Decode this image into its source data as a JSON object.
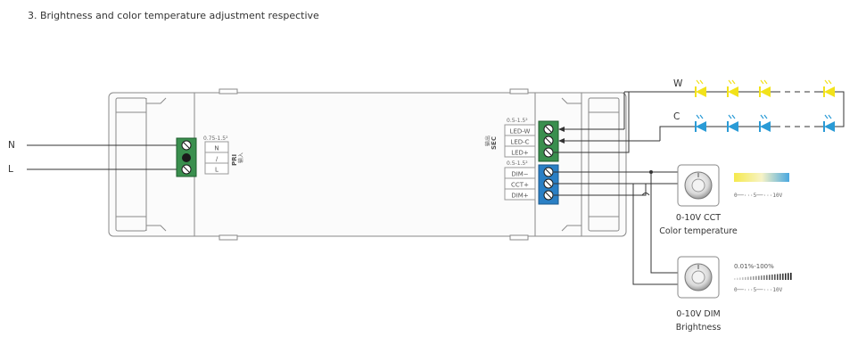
{
  "title": "3. Brightness and color temperature adjustment respective",
  "input": {
    "line_n": "N",
    "line_l": "L",
    "wire_spec": "0.75-1.5²",
    "terminals": [
      "N",
      "/",
      "L"
    ],
    "pri_label": "PRI",
    "pri_sublabel": "输入"
  },
  "output": {
    "sec_spec": "0.5-1.5²",
    "sec_label": "SEC",
    "sec_sublabel": "输出",
    "led_terminals": [
      "LED-W",
      "LED-C",
      "LED+"
    ],
    "dim_spec": "0.5-1.5²",
    "dim_terminals": [
      "DIM−",
      "CCT+",
      "DIM+"
    ]
  },
  "leds": {
    "warm_label": "W",
    "cool_label": "C",
    "warm_color": "#f2e21a",
    "cool_color": "#2a9bd6"
  },
  "cct_control": {
    "scale": "0──···5──···10V",
    "label_1": "0-10V CCT",
    "label_2": "Color temperature",
    "gradient_from": "#f5e94c",
    "gradient_to": "#4aa8e0"
  },
  "dim_control": {
    "percent": "0.01%-100%",
    "scale": "0──···5──···10V",
    "label_1": "0-10V DIM",
    "label_2": "Brightness"
  },
  "colors": {
    "terminal_green": "#3a8f4e",
    "terminal_blue": "#2a7fc4",
    "wire": "#333333"
  }
}
